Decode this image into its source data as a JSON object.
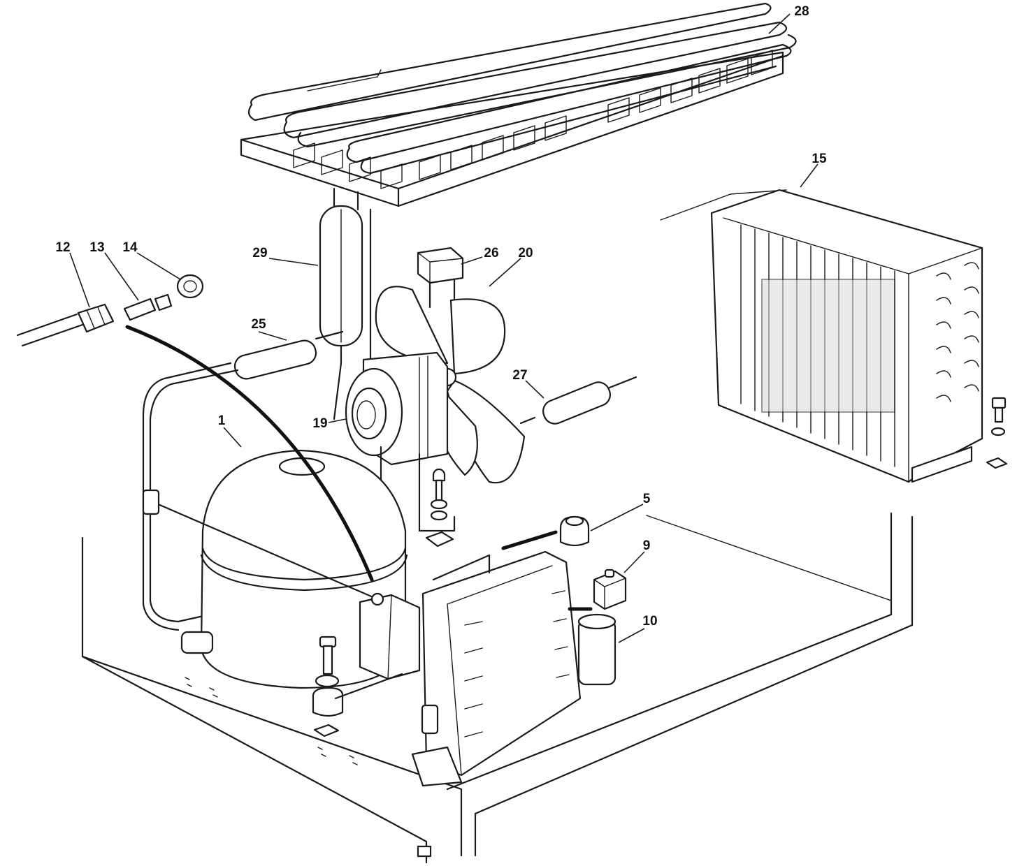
{
  "callouts": {
    "c1": "1",
    "c5": "5",
    "c9": "9",
    "c10": "10",
    "c12": "12",
    "c13": "13",
    "c14": "14",
    "c15": "15",
    "c19": "19",
    "c20": "20",
    "c25": "25",
    "c26": "26",
    "c27": "27",
    "c28": "28",
    "c29": "29"
  },
  "colors": {
    "line": "#1a1a1a",
    "background": "#ffffff",
    "shade": "#d9d9d9"
  }
}
